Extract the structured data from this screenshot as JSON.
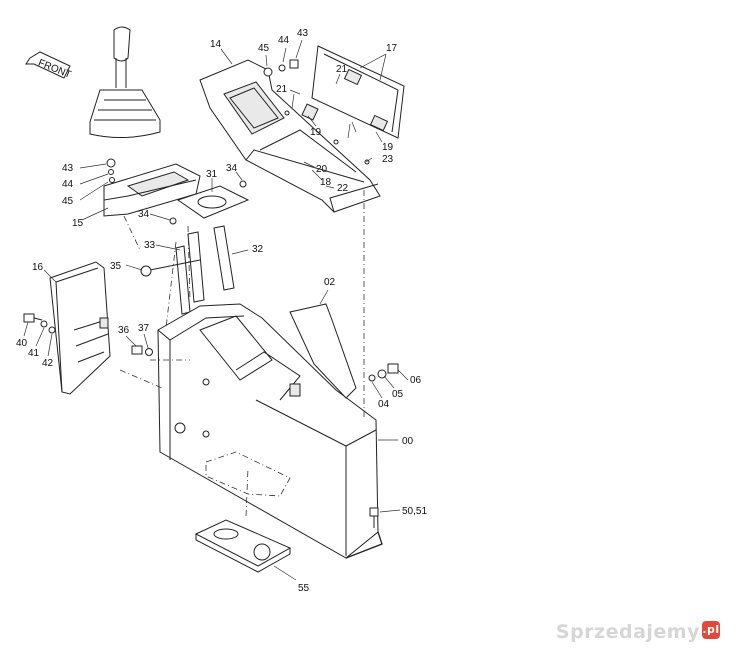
{
  "diagram": {
    "front_label": "FRONT",
    "callouts": [
      "14",
      "45",
      "44",
      "43",
      "17",
      "21",
      "19",
      "21",
      "19",
      "23",
      "20",
      "18",
      "22",
      "43",
      "44",
      "45",
      "15",
      "34",
      "31",
      "34",
      "33",
      "32",
      "35",
      "16",
      "02",
      "40",
      "41",
      "42",
      "36",
      "37",
      "06",
      "05",
      "04",
      "00",
      "50,51",
      "55"
    ],
    "watermark": "Sprzedajemy",
    "watermark_badge": ".pl"
  }
}
